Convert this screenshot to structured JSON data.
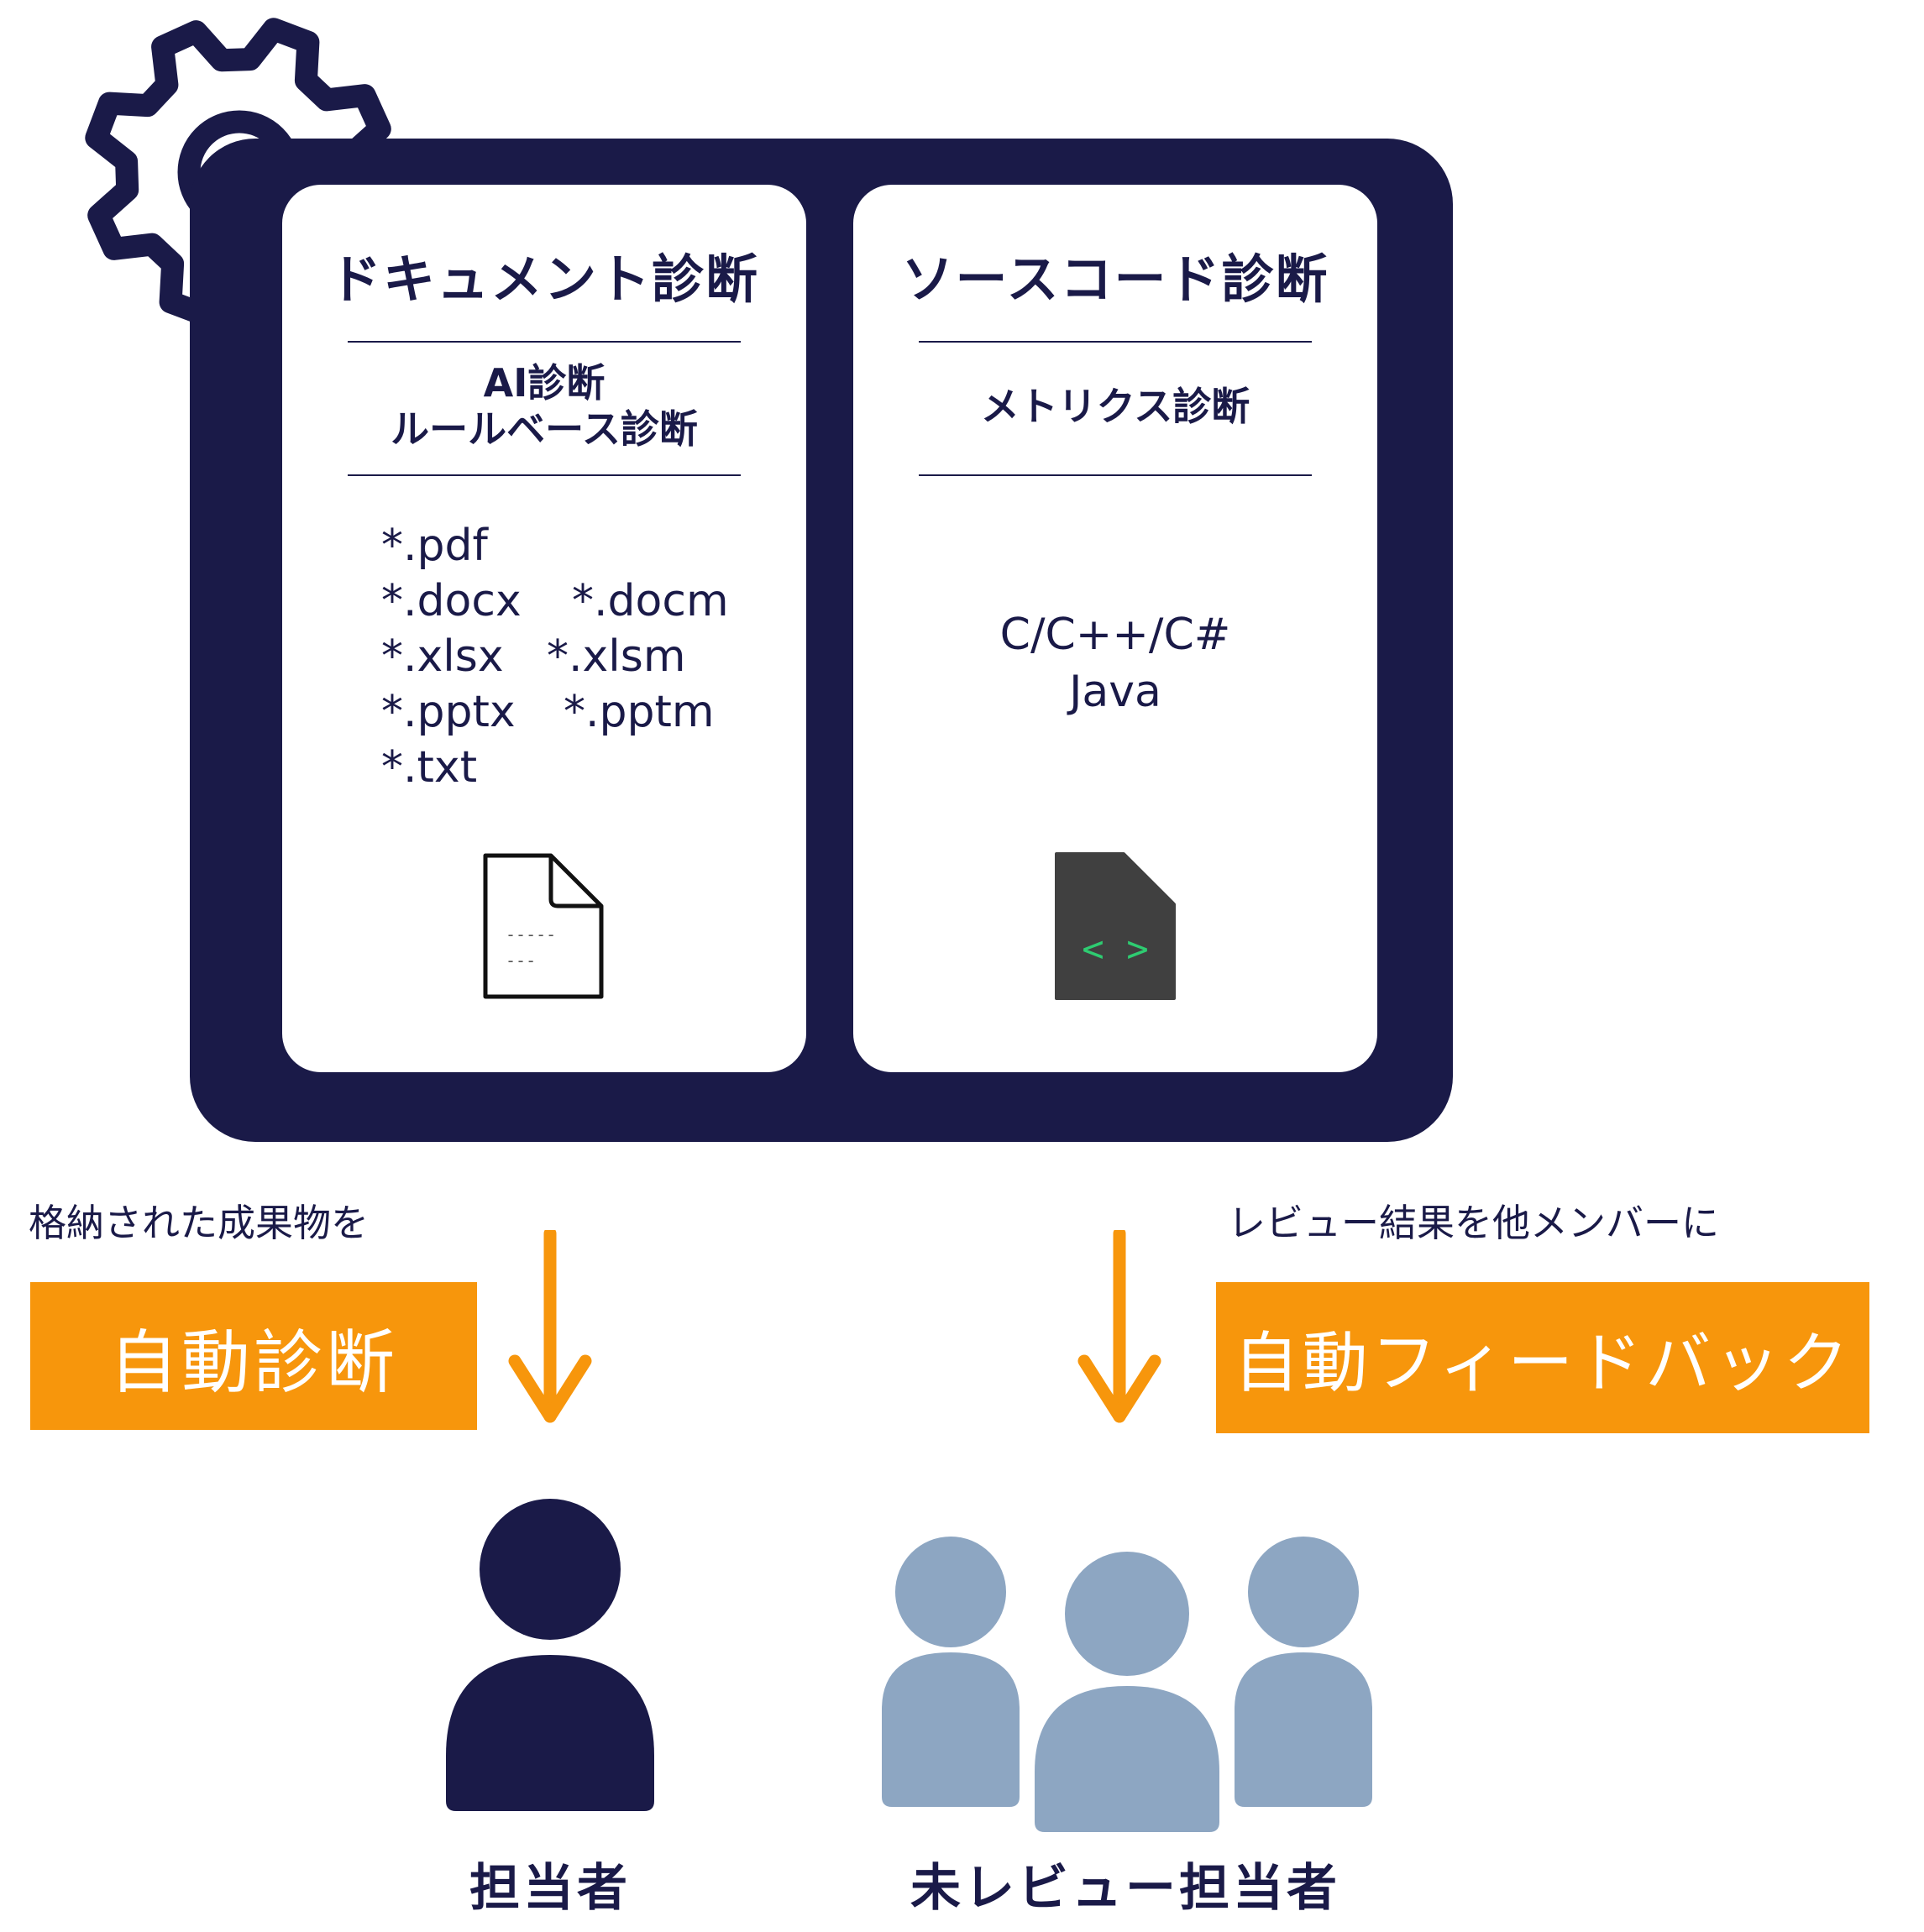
{
  "colors": {
    "navy": "#1a1a48",
    "orange": "#f7960c",
    "member_blue": "#8da6c2",
    "code_file_dark": "#404040",
    "code_green": "#2ecc71"
  },
  "icons": {
    "gear": "gear-icon",
    "document_file": "document-file-icon",
    "code_file": "code-file-icon",
    "person": "person-icon",
    "group": "group-icon",
    "arrow": "arrow-down-icon"
  },
  "document_card": {
    "title": "ドキュメント診断",
    "methods": [
      "AI診断",
      "ルールベース診断"
    ],
    "extensions": [
      [
        "*.pdf",
        ""
      ],
      [
        "*.docx",
        "*.docm"
      ],
      [
        "*.xlsx",
        "*.xlsm"
      ],
      [
        "*.pptx",
        "*.pptm"
      ],
      [
        "*.txt",
        ""
      ]
    ],
    "file_icon_lines": [
      "-----",
      "---"
    ]
  },
  "source_card": {
    "title": "ソースコード診断",
    "methods": [
      "メトリクス診断"
    ],
    "languages": [
      "C/C++/C#",
      "Java"
    ],
    "file_icon_glyph": "< >"
  },
  "left_flow": {
    "caption": "格納された成果物を",
    "label": "自動診断"
  },
  "right_flow": {
    "caption": "レビュー結果を他メンバーに",
    "label": "自動フィードバック"
  },
  "people": {
    "assignee": "担当者",
    "unreviewed": "未レビュー担当者"
  }
}
